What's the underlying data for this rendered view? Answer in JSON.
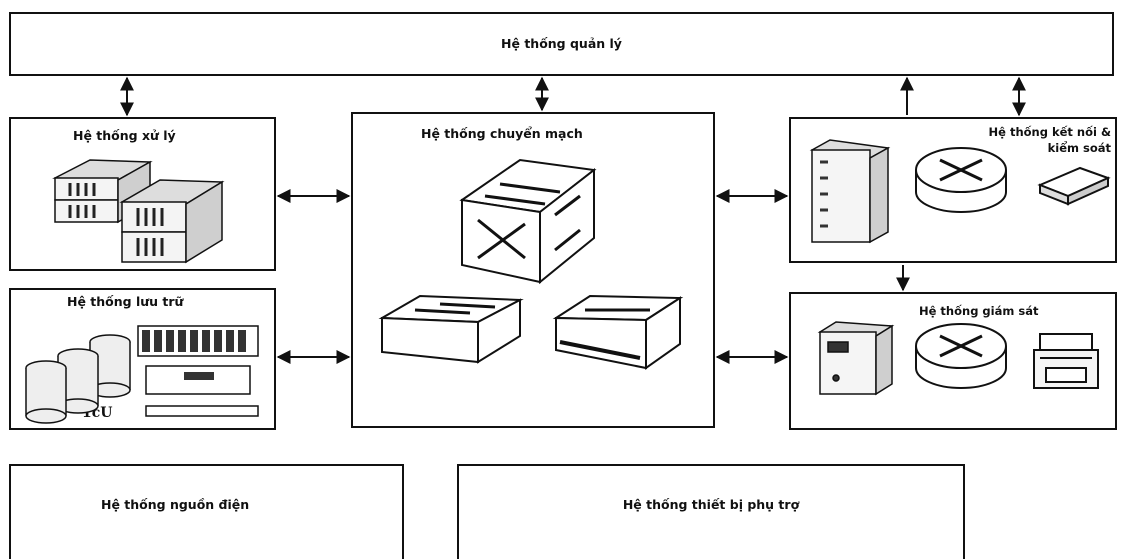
{
  "boxes": {
    "management": "Hệ thống quản lý",
    "processing": "Hệ thống xử lý",
    "switching": "Hệ thống chuyển mạch",
    "connection_line1": "Hệ thống kết nối &",
    "connection_line2": "kiểm soát",
    "storage": "Hệ thống lưu trữ",
    "monitoring": "Hệ thống giám sát",
    "power": "Hệ thống nguồn  điện",
    "auxiliary": "Hệ thống thiết bị phụ trợ"
  },
  "storage_caption": "1cU"
}
